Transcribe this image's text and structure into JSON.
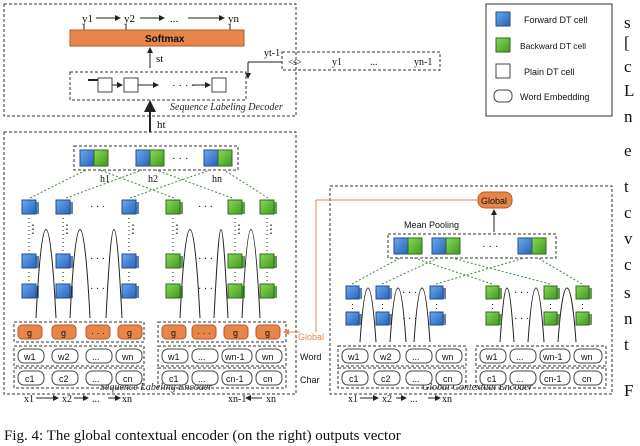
{
  "decoder": {
    "title": "Sequence Labeling Decoder",
    "softmax": "Softmax",
    "outputs": [
      "y1",
      "y2",
      "...",
      "yn"
    ],
    "st": "st",
    "yt1": "yt-1",
    "prev": [
      "<s>",
      "y1",
      "...",
      "yn-1"
    ],
    "ht": "ht"
  },
  "seq_encoder": {
    "title": "Sequence Labeling Encoder",
    "hidden": [
      "h1",
      "h2",
      "...",
      "hn"
    ],
    "g": "g",
    "global": "Global",
    "word": "Word",
    "char": "Char",
    "words": [
      "w1",
      "w2",
      "...",
      "wn"
    ],
    "words_b": [
      "w1",
      "...",
      "wn-1",
      "wn"
    ],
    "chars": [
      "c1",
      "c2",
      "...",
      "cn"
    ],
    "chars_b": [
      "c1",
      "...",
      "cn-1",
      "cn"
    ],
    "xs": [
      "x1",
      "x2",
      "...",
      "xn-1",
      "xn"
    ]
  },
  "global_encoder": {
    "title": "Global Contextual Encoder",
    "global": "Global",
    "mean_pooling": "Mean Pooling",
    "words": [
      "w1",
      "w2",
      "...",
      "wn"
    ],
    "words_b": [
      "w1",
      "...",
      "wn-1",
      "wn"
    ],
    "chars": [
      "c1",
      "c2",
      "...",
      "cn"
    ],
    "chars_b": [
      "c1",
      "...",
      "cn-1",
      "cn"
    ],
    "xs": [
      "x1",
      "x2",
      "...",
      "xn"
    ]
  },
  "legend": {
    "forward": "Forward DT cell",
    "backward": "Backward DT cell",
    "plain": "Plain DT cell",
    "embedding": "Word Embedding"
  },
  "caption": "Fig. 4: The global contextual encoder (on the right) outputs vector",
  "side_text": [
    "s",
    "[",
    "c",
    "L",
    "n",
    "e",
    "t",
    "c",
    "v",
    "c",
    "s",
    "n",
    "t",
    "F"
  ],
  "colors": {
    "blue": "#3a7fd5",
    "green": "#5cb531",
    "orange": "#e8854a",
    "softmax": "#e8854a"
  }
}
